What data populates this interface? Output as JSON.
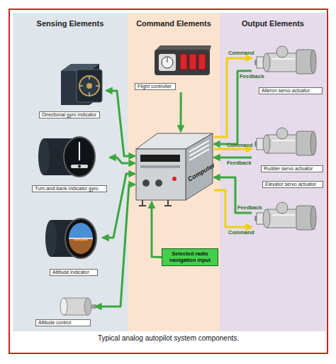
{
  "diagram": {
    "caption": "Typical analog autopilot system components.",
    "nodes": [
      {
        "text": [
          "Sensing Elements"
        ]
      },
      {
        "text": [
          "Directional gyro indicator"
        ],
        "in": 0
      },
      {
        "text": [
          "Turn-and-bank indicator gyro"
        ],
        "in": 0
      },
      {
        "text": [
          "Altitude indicator"
        ],
        "in": 0
      },
      {
        "text": [
          "Altitude control"
        ],
        "in": 0
      },
      {
        "text": [
          "Command Elements"
        ]
      },
      {
        "text": [
          "Flight controller"
        ],
        "in": 5
      },
      {
        "text": [
          "Computer"
        ],
        "in": 5
      },
      {
        "text": [
          "Selected radio navigation input"
        ],
        "in": 5
      },
      {
        "text": [
          "Output Elements"
        ]
      },
      {
        "text": [
          "Aileron servo actuator"
        ],
        "in": 9
      },
      {
        "text": [
          "Rudder servo actuator"
        ],
        "in": 9
      },
      {
        "text": [
          "Elevator servo actuator"
        ],
        "in": 9
      }
    ],
    "edges": [
      {
        "from": 7,
        "to": 1,
        "arrow": "both"
      },
      {
        "from": 7,
        "to": 2,
        "arrow": "both"
      },
      {
        "from": 7,
        "to": 3,
        "arrow": "both"
      },
      {
        "from": 7,
        "to": 4,
        "arrow": "both"
      },
      {
        "from": 6,
        "to": 7,
        "arrow": "to"
      },
      {
        "from": 8,
        "to": 7,
        "arrow": "to"
      },
      {
        "from": 7,
        "to": 10,
        "label": "Command",
        "arrow": "to"
      },
      {
        "from": 10,
        "to": 7,
        "label": "Feedback",
        "arrow": "to"
      },
      {
        "from": 7,
        "to": 11,
        "label": "Command",
        "arrow": "to"
      },
      {
        "from": 11,
        "to": 7,
        "label": "Feedback",
        "arrow": "to"
      },
      {
        "from": 7,
        "to": 12,
        "label": "Command",
        "arrow": "to"
      },
      {
        "from": 12,
        "to": 7,
        "label": "Feedback",
        "arrow": "to"
      }
    ]
  }
}
